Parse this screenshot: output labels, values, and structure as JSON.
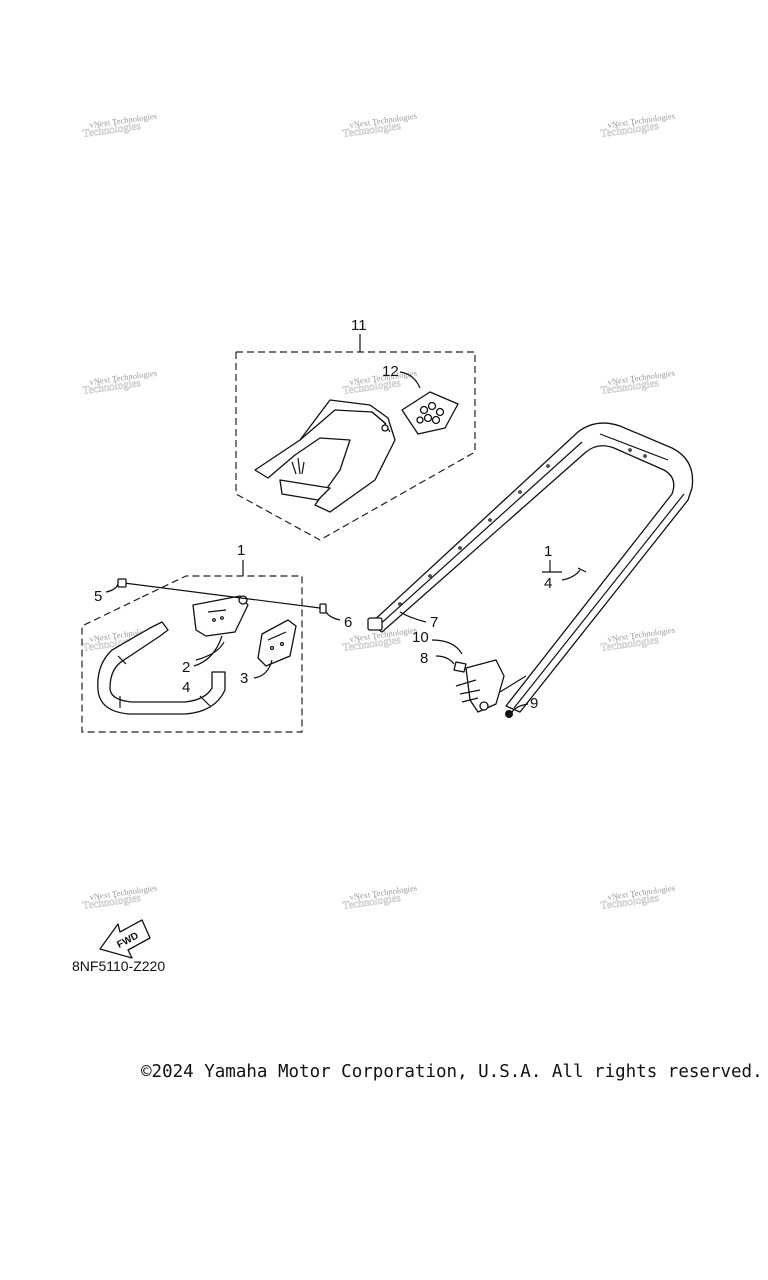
{
  "diagram": {
    "code": "8NF5110-Z220",
    "fwd_label": "FWD",
    "callouts": {
      "c1_front": "1",
      "c1_rail": "1",
      "c2": "2",
      "c3": "3",
      "c4_front": "4",
      "c4_rail": "4",
      "c5": "5",
      "c6": "6",
      "c7": "7",
      "c8": "8",
      "c9": "9",
      "c10": "10",
      "c11": "11",
      "c12": "12"
    }
  },
  "watermark": {
    "text": "vNext Technologies",
    "ghost": "Technologies"
  },
  "footer": {
    "copyright": "©2024 Yamaha Motor Corporation, U.S.A. All rights reserved."
  }
}
